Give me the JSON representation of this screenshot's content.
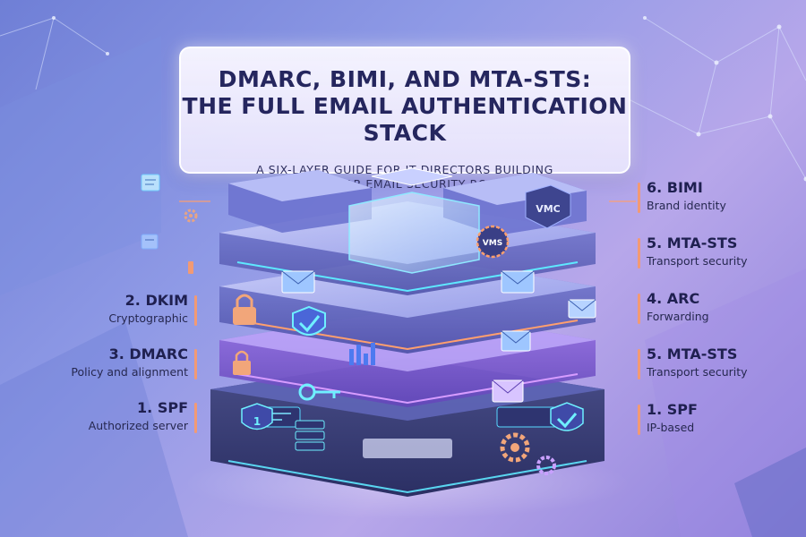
{
  "title": {
    "line1": "DMARC, BIMI, AND MTA-STS:",
    "line2": "THE FULL EMAIL AUTHENTICATION STACK",
    "subtitle_line1": "A SIX-LAYER GUIDE FOR IT DIRECTORS BUILDING",
    "subtitle_line2": "A MULTI-YEAR EMAIL SECURITY ROADMAP"
  },
  "left_labels": [
    {
      "heading": "2. DKIM",
      "sub": "Cryptographic"
    },
    {
      "heading": "3. DMARC",
      "sub": "Policy and alignment"
    },
    {
      "heading": "1. SPF",
      "sub": "Authorized server"
    }
  ],
  "right_labels": [
    {
      "heading": "6. BIMI",
      "sub": "Brand identity"
    },
    {
      "heading": "5. MTA-STS",
      "sub": "Transport security"
    },
    {
      "heading": "4. ARC",
      "sub": "Forwarding"
    },
    {
      "heading": "5. MTA-STS",
      "sub": "Transport security"
    },
    {
      "heading": "1. SPF",
      "sub": "IP-based"
    }
  ],
  "badges": {
    "vmc": "VMC",
    "vms": "VMS",
    "spf_num": "1"
  },
  "colors": {
    "accent": "#f29a74",
    "glow_cyan": "#5ee8ff",
    "glow_purple": "#b57cff",
    "title_text": "#25265e"
  },
  "icons": [
    "envelope-icon",
    "lock-icon",
    "shield-check-icon",
    "gear-icon",
    "key-icon",
    "server-icon",
    "chart-icon",
    "document-icon"
  ]
}
